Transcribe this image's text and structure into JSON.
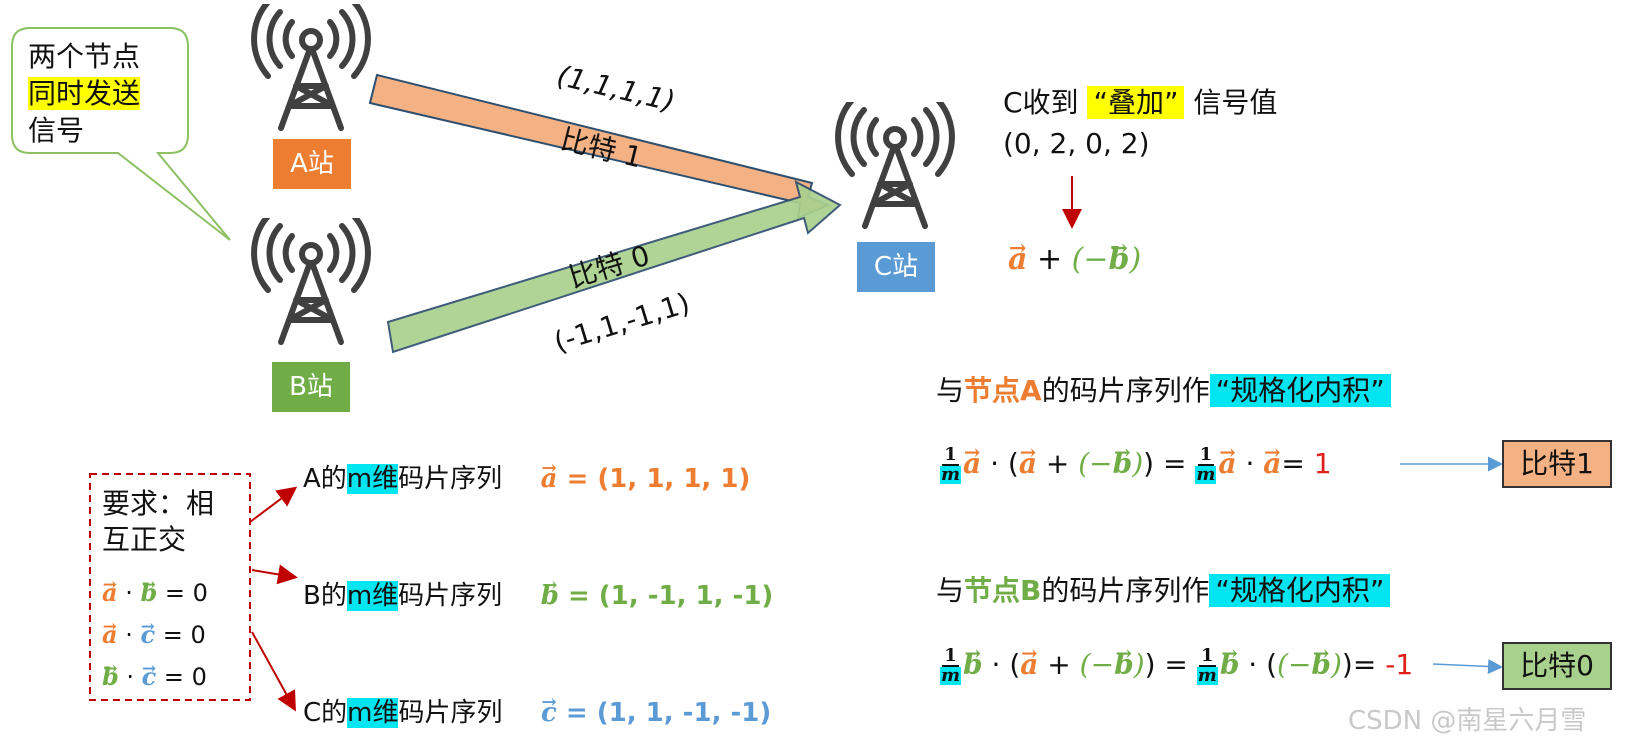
{
  "callout": {
    "line1": "两个节点",
    "line2": "同时发送",
    "line3": "信号"
  },
  "stations": {
    "a": "A站",
    "b": "B站",
    "c": "C站"
  },
  "arrows": {
    "top_label": "比特 1",
    "top_seq": "(1,1,1,1)",
    "bottom_label": "比特 0",
    "bottom_seq": "(-1,1,-1,1)"
  },
  "receiver": {
    "prefix": "C收到",
    "highlight": "“叠加”",
    "suffix": "信号值",
    "values": "(0, 2, 0, 2)",
    "sum_a": "a",
    "sum_plus": " + ",
    "sum_b": "(−b)"
  },
  "requirement": {
    "line1": "要求：相",
    "line2": "互正交",
    "eq1_l": "a",
    "eq1_r": "b",
    "eq1_v": " = 0",
    "eq2_l": "a",
    "eq2_r": "c",
    "eq2_v": " = 0",
    "eq3_l": "b",
    "eq3_r": "c",
    "eq3_v": " = 0",
    "dot": " · "
  },
  "sequences": [
    {
      "prefix": "A的",
      "m": "m维",
      "suffix": "码片序列",
      "vec": "a",
      "value": " = (1, 1, 1, 1)"
    },
    {
      "prefix": "B的",
      "m": "m维",
      "suffix": "码片序列",
      "vec": "b",
      "value": " = (1, -1, 1, -1)"
    },
    {
      "prefix": "C的",
      "m": "m维",
      "suffix": "码片序列",
      "vec": "c",
      "value": " = (1, 1, -1, -1)"
    }
  ],
  "inner_a": {
    "pre": "与",
    "node": "节点A",
    "mid": "的码片序列作",
    "hl": "“规格化内积”",
    "frac_num": "1",
    "frac_den": "m",
    "expr_mid": " · (",
    "expr_plus": " + ",
    "expr_neg": "(−b)",
    "expr_close": ") = ",
    "expr_eq": "=",
    "result": " 1",
    "vec_a": "a",
    "vec_b": "b",
    "out": "比特1"
  },
  "inner_b": {
    "pre": "与",
    "node": "节点B",
    "mid": "的码片序列作",
    "hl": "“规格化内积”",
    "frac_num": "1",
    "frac_den": "m",
    "expr_mid": " · (",
    "expr_plus": " + ",
    "expr_neg": "(−b)",
    "expr_close": ") = ",
    "expr_open2": " · (",
    "expr_close2": ")=",
    "result": " -1",
    "vec_a": "a",
    "vec_b": "b",
    "out": "比特0"
  },
  "watermark": "CSDN @南星六月雪",
  "colors": {
    "orange": "#ed7d31",
    "green": "#70ad47",
    "blue": "#5b9bd5",
    "yellow": "#ffff00",
    "cyan": "#00e5f0",
    "red": "#e0201b",
    "arrow_top_fill": "#f4b183",
    "arrow_bottom_fill": "#a9d18e"
  }
}
